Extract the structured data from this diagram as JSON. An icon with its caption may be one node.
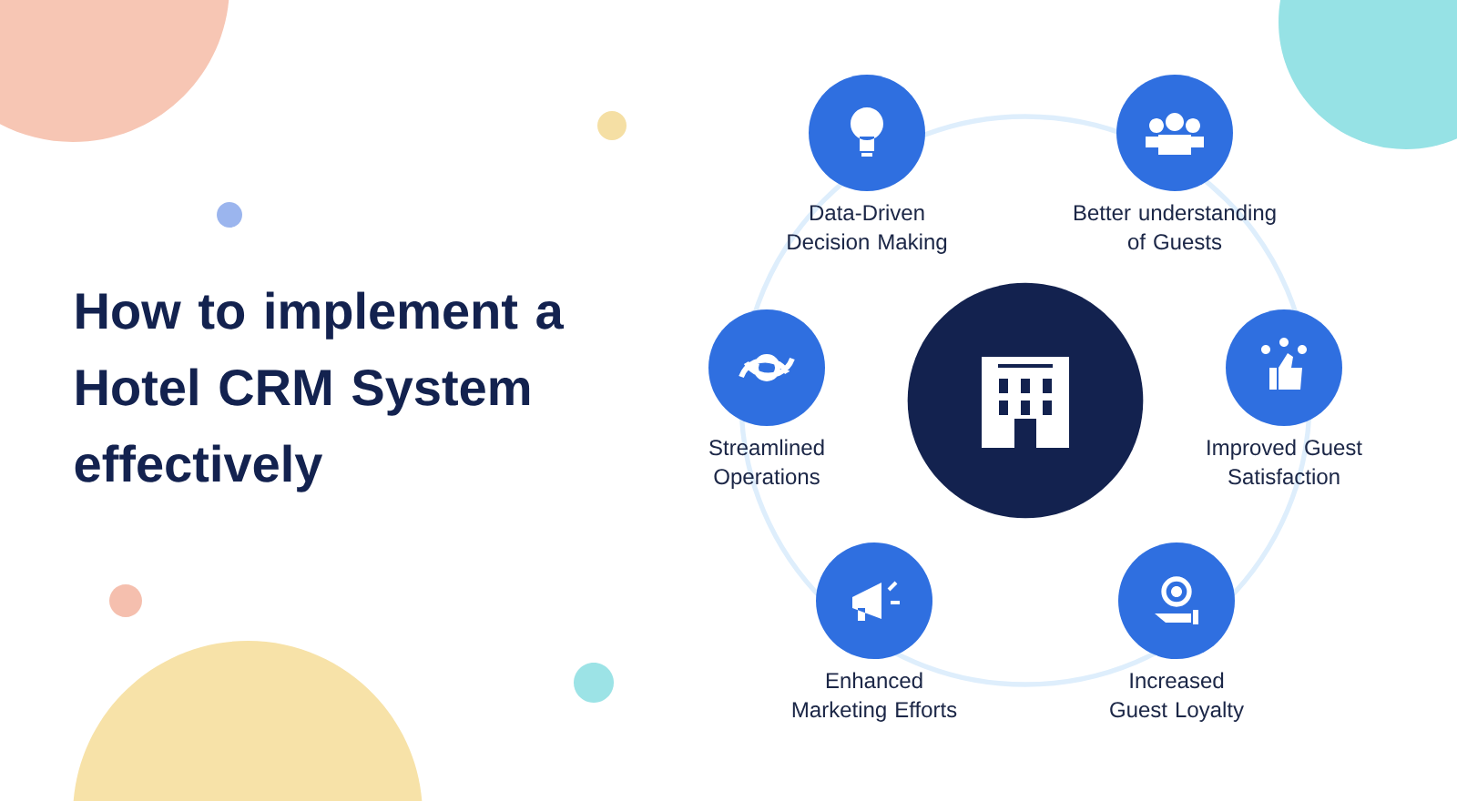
{
  "diagram": {
    "title": "How to implement a Hotel CRM System effectively",
    "nodes": [
      {
        "text": [
          "Data-Driven Decision Making"
        ]
      },
      {
        "text": [
          "Better understanding of Guests"
        ]
      },
      {
        "text": [
          "Streamlined Operations"
        ]
      },
      {
        "text": [],
        "shape": "circle"
      },
      {
        "text": [
          "Improved Guest Satisfaction"
        ]
      },
      {
        "text": [
          "Enhanced Marketing Efforts"
        ]
      },
      {
        "text": [
          "Increased Guest Loyalty"
        ]
      }
    ]
  }
}
